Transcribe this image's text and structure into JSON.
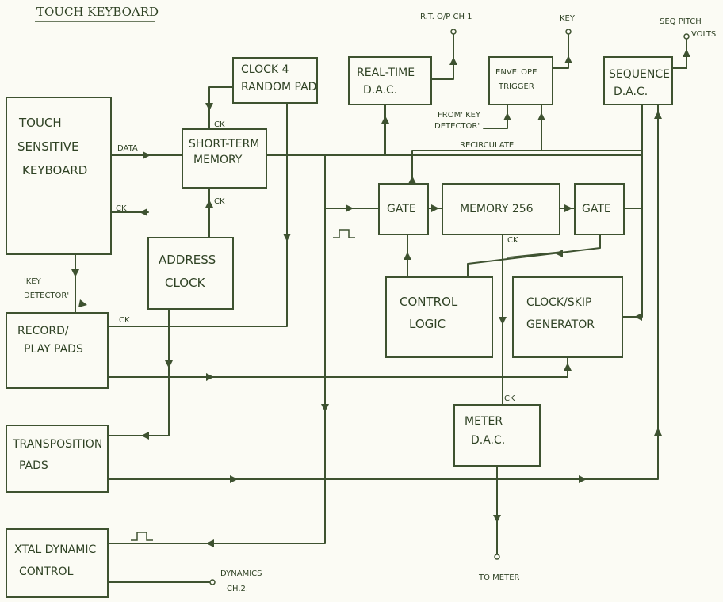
{
  "title": "TOUCH KEYBOARD",
  "blocks": {
    "keyboard": [
      "TOUCH",
      "SENSITIVE",
      "KEYBOARD"
    ],
    "clock_random": [
      "CLOCK 4",
      "RANDOM PAD"
    ],
    "short_term": [
      "SHORT-TERM",
      "MEMORY"
    ],
    "address_clock": [
      "ADDRESS",
      "CLOCK"
    ],
    "record_play": [
      "RECORD/",
      "PLAY PADS"
    ],
    "transposition": [
      "TRANSPOSITION",
      "PADS"
    ],
    "xtal": [
      "XTAL DYNAMIC",
      "CONTROL"
    ],
    "realtime_dac": [
      "REAL-TIME",
      "D.A.C."
    ],
    "envelope": [
      "ENVELOPE",
      "TRIGGER"
    ],
    "sequence_dac": [
      "SEQUENCE",
      "D.A.C."
    ],
    "gate_left": "GATE",
    "memory": "MEMORY 256",
    "gate_right": "GATE",
    "control_logic": [
      "CONTROL",
      "LOGIC"
    ],
    "clock_skip": [
      "CLOCK/SKIP",
      "GENERATOR"
    ],
    "meter_dac": [
      "METER",
      "D.A.C."
    ]
  },
  "labels": {
    "data": "DATA",
    "ck": "CK",
    "key_detector": [
      "'KEY",
      "DETECTOR'"
    ],
    "from_key_detector": [
      "FROM' KEY",
      "DETECTOR'"
    ],
    "recirculate": "RECIRCULATE",
    "rt_out": "R.T. O/P CH 1",
    "key": "KEY",
    "seq_pitch": [
      "SEQ PITCH",
      "VOLTS"
    ],
    "dynamics": [
      "DYNAMICS",
      "CH.2."
    ],
    "to_meter": "TO METER"
  }
}
